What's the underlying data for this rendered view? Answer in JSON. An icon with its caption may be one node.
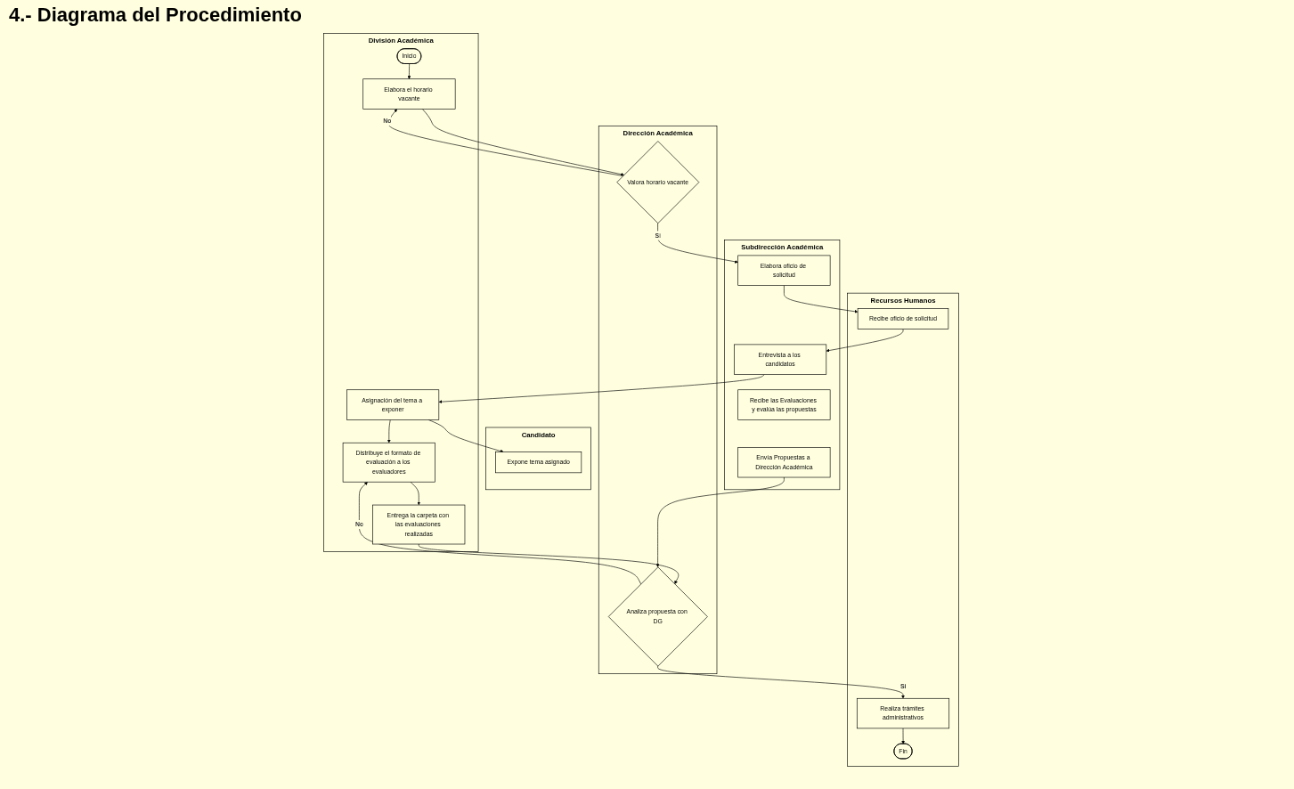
{
  "diagram": {
    "title": "4.- Diagrama del Procedimiento",
    "nodes": [
      {
        "text": [
          "División Académica"
        ]
      },
      {
        "text": [
          "Candidato"
        ]
      },
      {
        "text": [
          "Dirección Académica"
        ]
      },
      {
        "text": [
          "Subdirección Académica"
        ]
      },
      {
        "text": [
          "Recursos Humanos"
        ]
      },
      {
        "text": [
          "Inicio"
        ],
        "in": 0
      },
      {
        "text": [
          "Valora horario vacante"
        ],
        "in": 2
      },
      {
        "text": [
          "Elabora oficio de solicitud"
        ],
        "in": 3
      },
      {
        "text": [
          "Recibe oficio de solicitud"
        ],
        "in": 4
      },
      {
        "text": [
          "Elabora el horario vacante"
        ],
        "in": 0
      },
      {
        "text": [
          "Entrevista a los candidatos"
        ],
        "in": 3
      },
      {
        "text": [
          "Asignación del tema a exponer"
        ],
        "in": 0
      },
      {
        "text": [
          "Recibe las Evaluaciones y evalúa las propuestas"
        ],
        "in": 3
      },
      {
        "text": [
          "Expone tema asignado"
        ],
        "in": 1
      },
      {
        "text": [
          "Distribuye el formato de evaluación a los evaluadores"
        ],
        "in": 0
      },
      {
        "text": [
          "Envía Propuestas a Dirección Académica"
        ],
        "in": 3
      },
      {
        "text": [
          "Analiza propuesta con DG"
        ],
        "in": 2
      },
      {
        "text": [
          "Realiza trámites administrativos"
        ],
        "in": 4
      },
      {
        "text": [
          "Entrega la carpeta con las evaluaciones realizadas"
        ],
        "in": 0
      },
      {
        "text": [
          "Fin"
        ],
        "in": 4
      }
    ],
    "edges": [
      {
        "from": 5,
        "to": 9,
        "arrow": "to"
      },
      {
        "from": 9,
        "to": 6,
        "arrow": "to"
      },
      {
        "from": 6,
        "to": 9,
        "arrow": "to",
        "label": "No"
      },
      {
        "from": 6,
        "to": 7,
        "arrow": "to",
        "label": "Si"
      },
      {
        "from": 7,
        "to": 8,
        "arrow": "to"
      },
      {
        "from": 8,
        "to": 10,
        "arrow": "to"
      },
      {
        "from": 10,
        "to": 11,
        "arrow": "to"
      },
      {
        "from": 11,
        "to": 13,
        "arrow": "to"
      },
      {
        "from": 11,
        "to": 14,
        "arrow": "to"
      },
      {
        "from": 14,
        "to": 18,
        "arrow": "to"
      },
      {
        "from": 18,
        "to": 16,
        "arrow": "to"
      },
      {
        "from": 15,
        "to": 16,
        "arrow": "to"
      },
      {
        "from": 16,
        "to": 17,
        "arrow": "to",
        "label": "Si"
      },
      {
        "from": 16,
        "to": 14,
        "arrow": "to",
        "label": "No"
      },
      {
        "from": 17,
        "to": 19,
        "arrow": "to"
      }
    ]
  }
}
